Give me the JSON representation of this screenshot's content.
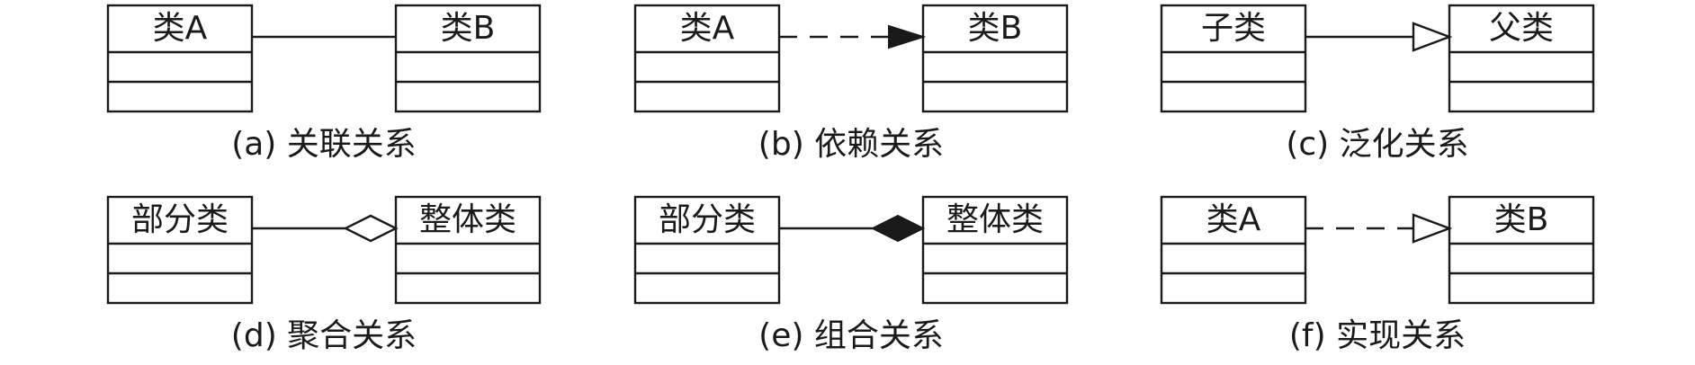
{
  "panels": [
    {
      "id": "a",
      "left_class": "类A",
      "right_class": "类B",
      "caption": "(a) 关联关系",
      "line_style": "solid",
      "head": "none"
    },
    {
      "id": "b",
      "left_class": "类A",
      "right_class": "类B",
      "caption": "(b) 依赖关系",
      "line_style": "dashed",
      "head": "filled-arrow"
    },
    {
      "id": "c",
      "left_class": "子类",
      "right_class": "父类",
      "caption": "(c) 泛化关系",
      "line_style": "solid",
      "head": "hollow-triangle"
    },
    {
      "id": "d",
      "left_class": "部分类",
      "right_class": "整体类",
      "caption": "(d) 聚合关系",
      "line_style": "solid",
      "head": "hollow-diamond"
    },
    {
      "id": "e",
      "left_class": "部分类",
      "right_class": "整体类",
      "caption": "(e) 组合关系",
      "line_style": "solid",
      "head": "filled-diamond"
    },
    {
      "id": "f",
      "left_class": "类A",
      "right_class": "类B",
      "caption": "(f) 实现关系",
      "line_style": "dashed",
      "head": "hollow-triangle"
    }
  ]
}
